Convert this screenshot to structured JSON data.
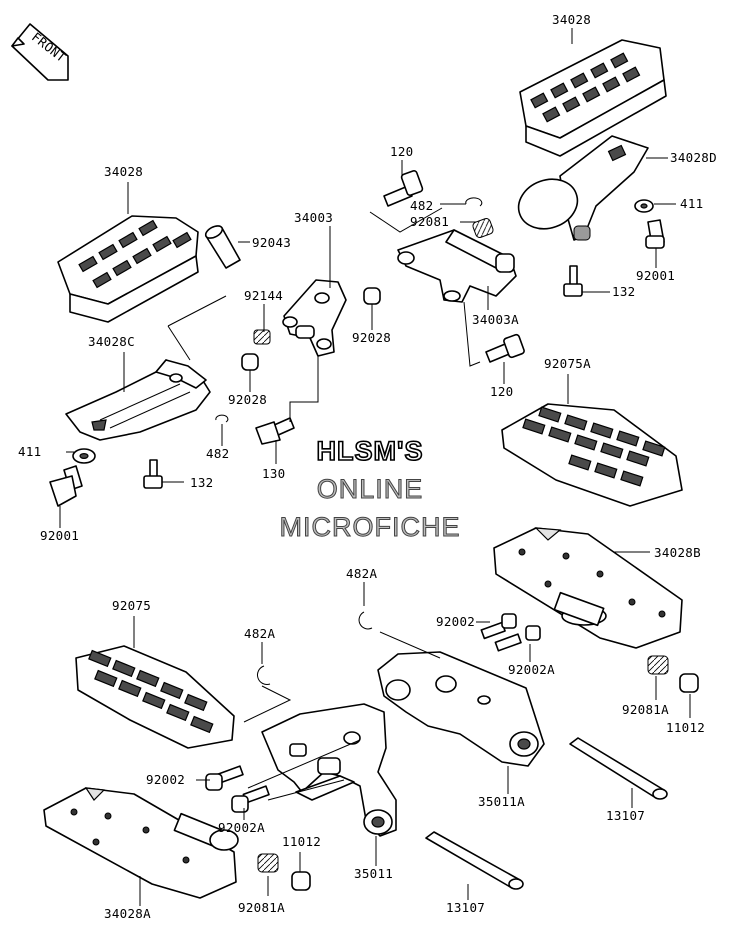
{
  "front_badge": "FRONT",
  "watermark": {
    "line1": "HLSM'S",
    "line2": "ONLINE",
    "line3": "MICROFICHE"
  },
  "part_labels": {
    "p34028_top_right": "34028",
    "p34028D": "34028D",
    "p411_right": "411",
    "p92001_right": "92001",
    "p132_right": "132",
    "p120_top": "120",
    "p482_mid": "482",
    "p92081_mid": "92081",
    "p34003A": "34003A",
    "p120_bottom": "120",
    "p34003": "34003",
    "p92043": "92043",
    "p92144": "92144",
    "p92028_right": "92028",
    "p92028_left": "92028",
    "p34028_left": "34028",
    "p34028C": "34028C",
    "p482_left": "482",
    "p411_left": "411",
    "p132_left": "132",
    "p92001_left": "92001",
    "p130": "130",
    "p92075A": "92075A",
    "p34028B": "34028B",
    "p482A_upper": "482A",
    "p92002_right": "92002",
    "p92002A_right": "92002A",
    "p92081A_right": "92081A",
    "p11012_right": "11012",
    "p35011A": "35011A",
    "p13107_right": "13107",
    "p92075": "92075",
    "p482A_lower": "482A",
    "p92002_left": "92002",
    "p92002A_left": "92002A",
    "p11012_left": "11012",
    "p92081A_left": "92081A",
    "p35011": "35011",
    "p13107_left": "13107",
    "p34028A": "34028A"
  }
}
